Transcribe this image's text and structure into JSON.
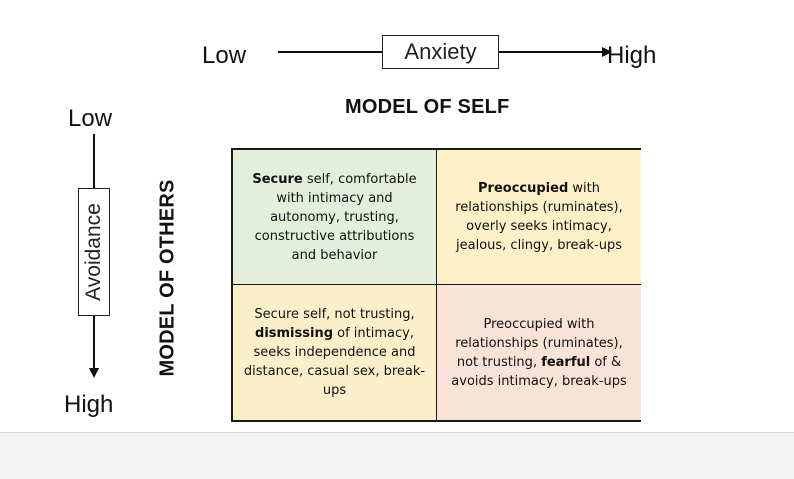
{
  "anxiety_axis": {
    "low": "Low",
    "label": "Anxiety",
    "high": "High"
  },
  "avoidance_axis": {
    "low": "Low",
    "label": "Avoidance",
    "high": "High"
  },
  "model_of_self": "MODEL OF SELF",
  "model_of_others": "MODEL OF OTHERS",
  "quadrants": {
    "top_left": {
      "bold": "Secure",
      "rest": " self, comfortable with intimacy and autonomy, trusting, constructive attributions and behavior"
    },
    "top_right": {
      "bold": "Preoccupied",
      "rest": " with relationships (ruminates), overly seeks intimacy, jealous, clingy, break-ups"
    },
    "bottom_left": {
      "before": "Secure self, not trusting, ",
      "bold": "dismissing",
      "after": " of intimacy, seeks independence and distance, casual sex, break-ups"
    },
    "bottom_right": {
      "before": "Preoccupied with relationships (ruminates), not trusting, ",
      "bold": "fearful",
      "after": " of & avoids intimacy, break-ups"
    }
  },
  "colors": {
    "secure": "#e3efdb",
    "preoccupied": "#fdf0c9",
    "dismissing": "#fbefc9",
    "fearful": "#f9e2d6"
  }
}
